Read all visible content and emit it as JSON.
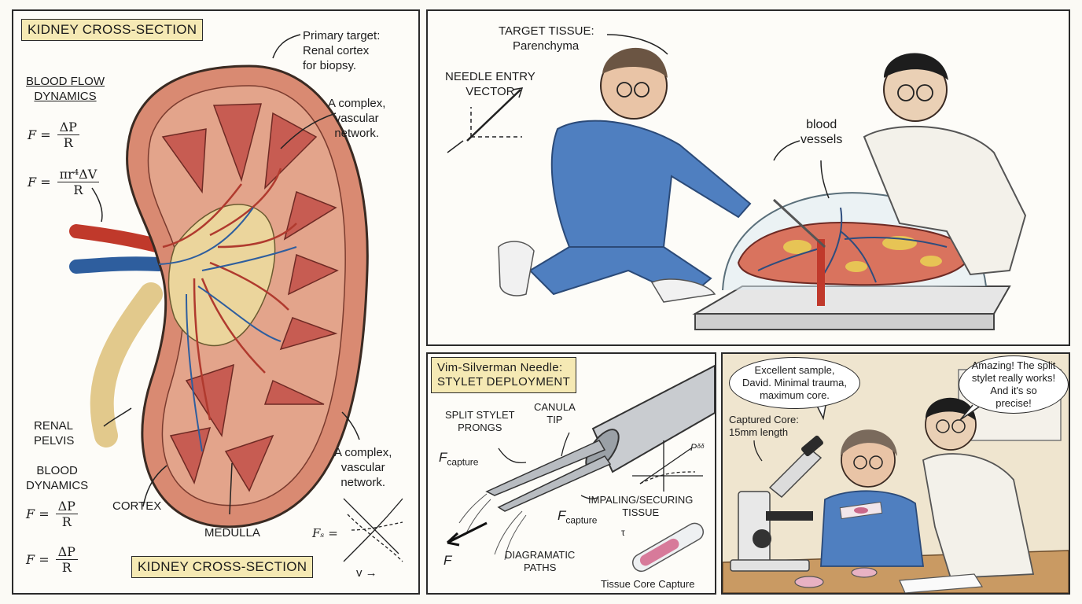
{
  "colors": {
    "cortex": "#d98a72",
    "medulla_pyramid": "#c75c52",
    "pelvis": "#e8d29a",
    "artery": "#c0392b",
    "vein": "#2e5e9e",
    "scrubs": "#4f7fc0",
    "label_box": "#f5e9b4"
  },
  "panel1": {
    "title_top": "KIDNEY CROSS-SECTION",
    "title_bottom": "KIDNEY CROSS-SECTION",
    "primary_target": "Primary target:\nRenal cortex\nfor biopsy.",
    "complex_network_1": "A complex,\nvascular\nnetwork.",
    "complex_network_2": "A complex,\nvascular\nnetwork.",
    "blood_flow_dynamics": "BLOOD FLOW\nDYNAMICS",
    "eq1": {
      "lhs": "F =",
      "num": "ΔP",
      "den": "R"
    },
    "eq2": {
      "lhs": "F =",
      "num": "πr⁴ΔV",
      "den": "R"
    },
    "renal_pelvis": "RENAL\nPELVIS",
    "blood_dynamics": "BLOOD\nDYNAMICS",
    "eq3": {
      "lhs": "F =",
      "num": "ΔP",
      "den": "R"
    },
    "eq4": {
      "lhs": "F =",
      "num": "ΔP",
      "den": "R"
    },
    "cortex": "CORTEX",
    "medulla": "MEDULLA",
    "fs_label": "Fₛ =",
    "v_label": "v →"
  },
  "panel2": {
    "target_tissue": "TARGET TISSUE:",
    "parenchyma": "Parenchyma",
    "needle_entry": "NEEDLE ENTRY\nVECTOR",
    "blood_vessels": "blood\nvessels"
  },
  "panel3": {
    "title": "Vim-Silverman Needle:\nSTYLET DEPLOYMENT",
    "split_stylet": "SPLIT STYLET\nPRONGS",
    "canula_tip": "CANULA\nTIP",
    "f_capture_1": "F",
    "f_capture_1_sub": "capture",
    "f_capture_2": "F",
    "f_capture_2_sub": "capture",
    "impaling": "IMPALING/SECURING\nTISSUE",
    "diagramatic": "DIAGRAMATIC\nPATHS",
    "f_label": "F",
    "p_label": "Pᵟᵟ",
    "tissue_core": "Tissue Core Capture",
    "tau": "τ"
  },
  "panel4": {
    "bubble_left": "Excellent sample,\nDavid. Minimal trauma,\nmaximum core.",
    "bubble_right": "Amazing! The split\nstylet really works!\nAnd it's so\nprecise!",
    "captured_core": "Captured Core:\n15mm length"
  }
}
